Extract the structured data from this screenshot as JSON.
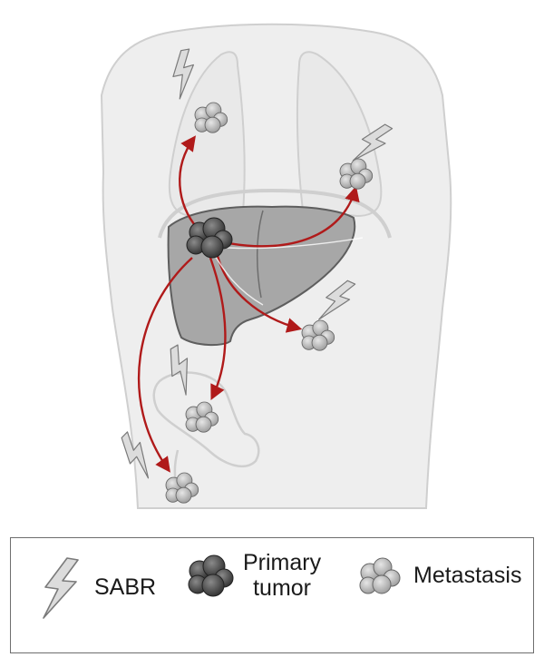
{
  "legend": {
    "items": [
      {
        "key": "sabr",
        "label": "SABR",
        "icon": "lightning-bolt-icon"
      },
      {
        "key": "primary",
        "label_line1": "Primary",
        "label_line2": "tumor",
        "icon": "primary-tumor-icon"
      },
      {
        "key": "metastasis",
        "label": "Metastasis",
        "icon": "metastasis-icon"
      }
    ]
  },
  "colors": {
    "body_fill": "#eeeeee",
    "body_stroke": "#cfcfcf",
    "organ_fill": "#e9e9e9",
    "liver_fill": "#a7a7a7",
    "liver_stroke": "#5e5e5e",
    "arrow": "#b01a1a",
    "primary_tumor": "#4a4a4a",
    "metastasis": "#bfbfbf",
    "bolt_fill": "#dcdcdc",
    "bolt_stroke": "#7a7a7a"
  }
}
